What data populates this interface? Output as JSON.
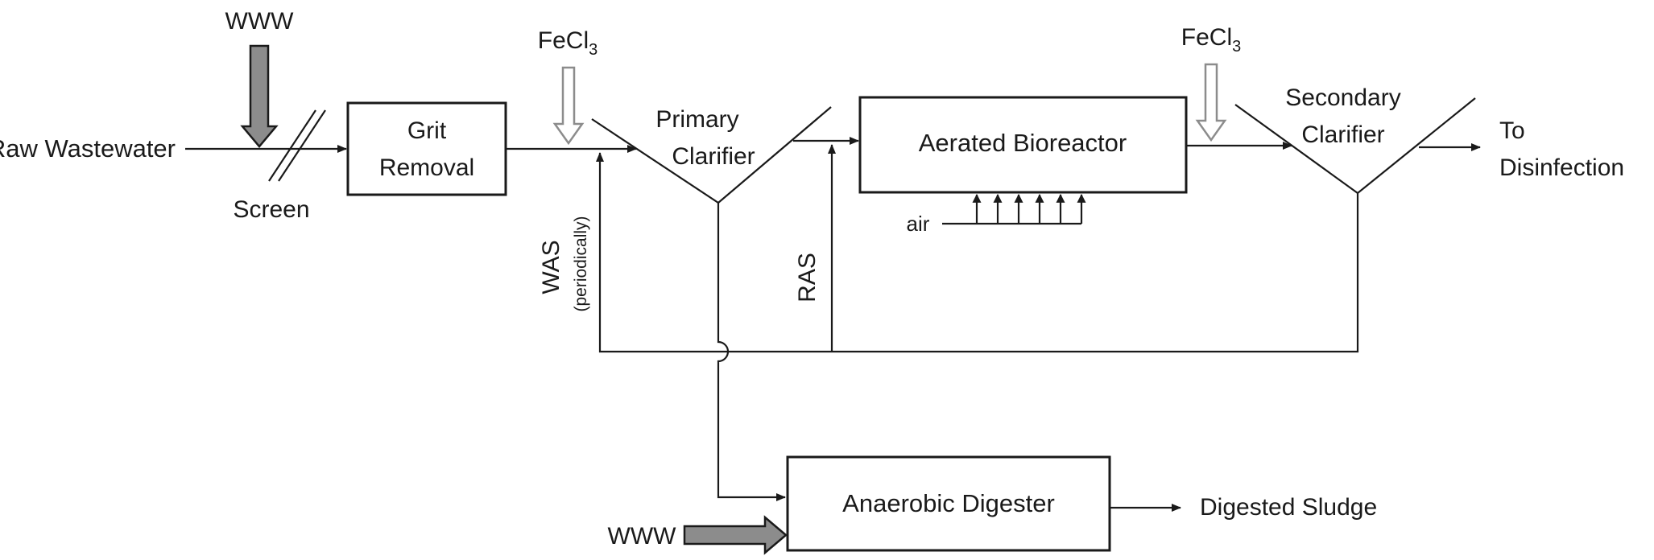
{
  "diagram": {
    "inputs": {
      "raw_wastewater": "Raw Wastewater",
      "www_top": "WWW",
      "www_bottom": "WWW",
      "screen": "Screen"
    },
    "chemicals": {
      "fecl3_primary": {
        "base": "FeCl",
        "sub": "3"
      },
      "fecl3_secondary": {
        "base": "FeCl",
        "sub": "3"
      }
    },
    "units": {
      "grit_removal": {
        "line1": "Grit",
        "line2": "Removal"
      },
      "primary_clarifier": {
        "line1": "Primary",
        "line2": "Clarifier"
      },
      "aerated_bioreactor": "Aerated Bioreactor",
      "secondary_clarifier": {
        "line1": "Secondary",
        "line2": "Clarifier"
      },
      "anaerobic_digester": "Anaerobic Digester"
    },
    "streams": {
      "was": "WAS",
      "was_note": "(periodically)",
      "ras": "RAS",
      "air": "air",
      "to_disinfection": {
        "line1": "To",
        "line2": "Disinfection"
      },
      "digested_sludge": "Digested Sludge"
    },
    "colors": {
      "line": "#1a1a1a",
      "www_arrow_fill": "#8c8c8c",
      "fecl3_arrow_fill": "#ffffff",
      "fecl3_arrow_stroke": "#8c8c8c"
    }
  }
}
